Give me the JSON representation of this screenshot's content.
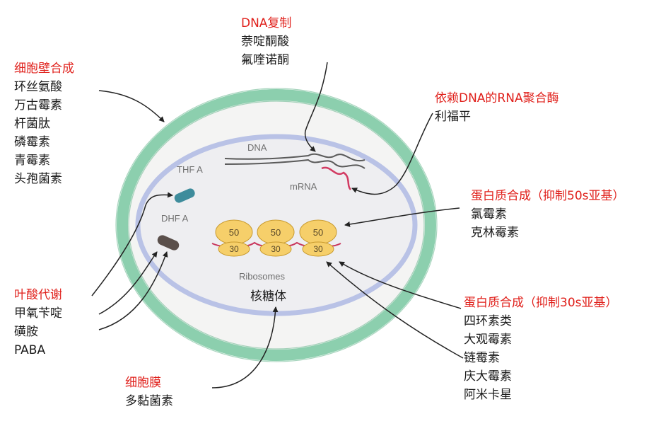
{
  "diagram": {
    "inner_labels": {
      "dna": "DNA",
      "mrna": "mRNA",
      "thf": "THF A",
      "dhf": "DHF A",
      "ribosomes": "Ribosomes",
      "ribosomes_cn": "核糖体",
      "subunit_large": "50",
      "subunit_small": "30"
    },
    "groups": {
      "cell_wall": {
        "heading": "细胞壁合成",
        "drugs": [
          "环丝氨酸",
          "万古霉素",
          "杆菌肽",
          "磷霉素",
          "青霉素",
          "头孢菌素"
        ]
      },
      "dna_replication": {
        "heading": "DNA复制",
        "drugs": [
          "萘啶酮酸",
          "氟喹诺酮"
        ]
      },
      "rna_polymerase": {
        "heading": "依赖DNA的RNA聚合酶",
        "drugs": [
          "利福平"
        ]
      },
      "protein_50s": {
        "heading": "蛋白质合成（抑制50s亚基）",
        "drugs": [
          "氯霉素",
          "克林霉素"
        ]
      },
      "folate": {
        "heading": "叶酸代谢",
        "drugs": [
          "甲氧苄啶",
          "磺胺",
          "PABA"
        ]
      },
      "protein_30s": {
        "heading": "蛋白质合成（抑制30s亚基）",
        "drugs": [
          "四环素类",
          "大观霉素",
          "链霉素",
          "庆大霉素",
          "阿米卡星"
        ]
      },
      "membrane": {
        "heading": "细胞膜",
        "drugs": [
          "多黏菌素"
        ]
      }
    },
    "colors": {
      "wall_green": "#8ccfae",
      "membrane_blue": "#b9c2e6",
      "ribosome_yellow": "#f6cf6a",
      "mrna_pink": "#d23a62",
      "thf_teal": "#3e8c9c",
      "dhf_gray": "#5a4f4b",
      "heading_red": "#e0201b"
    }
  }
}
